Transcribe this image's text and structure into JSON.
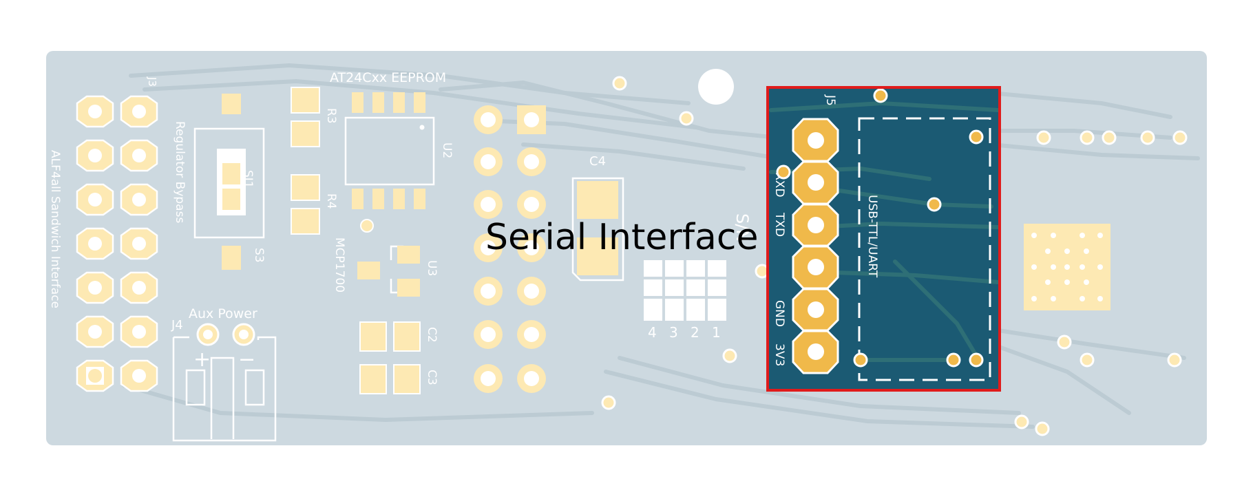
{
  "callout": {
    "label": "Serial Interface"
  },
  "board": {
    "silkscreen": {
      "j3": "J3",
      "sandwich": "ALF4all Sandwich Interface",
      "regulator": "Regulator Bypass",
      "sj1": "SJ1",
      "s3": "S3",
      "aux_power": "Aux Power",
      "j4": "J4",
      "plus": "+",
      "minus": "−",
      "eeprom": "AT24Cxx EEPROM",
      "r3": "R3",
      "r4": "R4",
      "u2": "U2",
      "mcp": "MCP1700",
      "u3": "U3",
      "c2": "C2",
      "c3": "C3",
      "c4": "C4",
      "sn": "S/N",
      "sn_digits": [
        "4",
        "3",
        "2",
        "1"
      ],
      "j5": "J5",
      "rxd": "RXD",
      "txd": "TXD",
      "gnd": "GND",
      "v3v3": "3V3",
      "usb": "USB-TTL/UART"
    }
  },
  "colors": {
    "board": "#cdd9e0",
    "highlight_board": "#1b5a73",
    "highlight_frame": "#e01b1b",
    "pad": "#fde9b3",
    "via": "#f0b94a"
  }
}
